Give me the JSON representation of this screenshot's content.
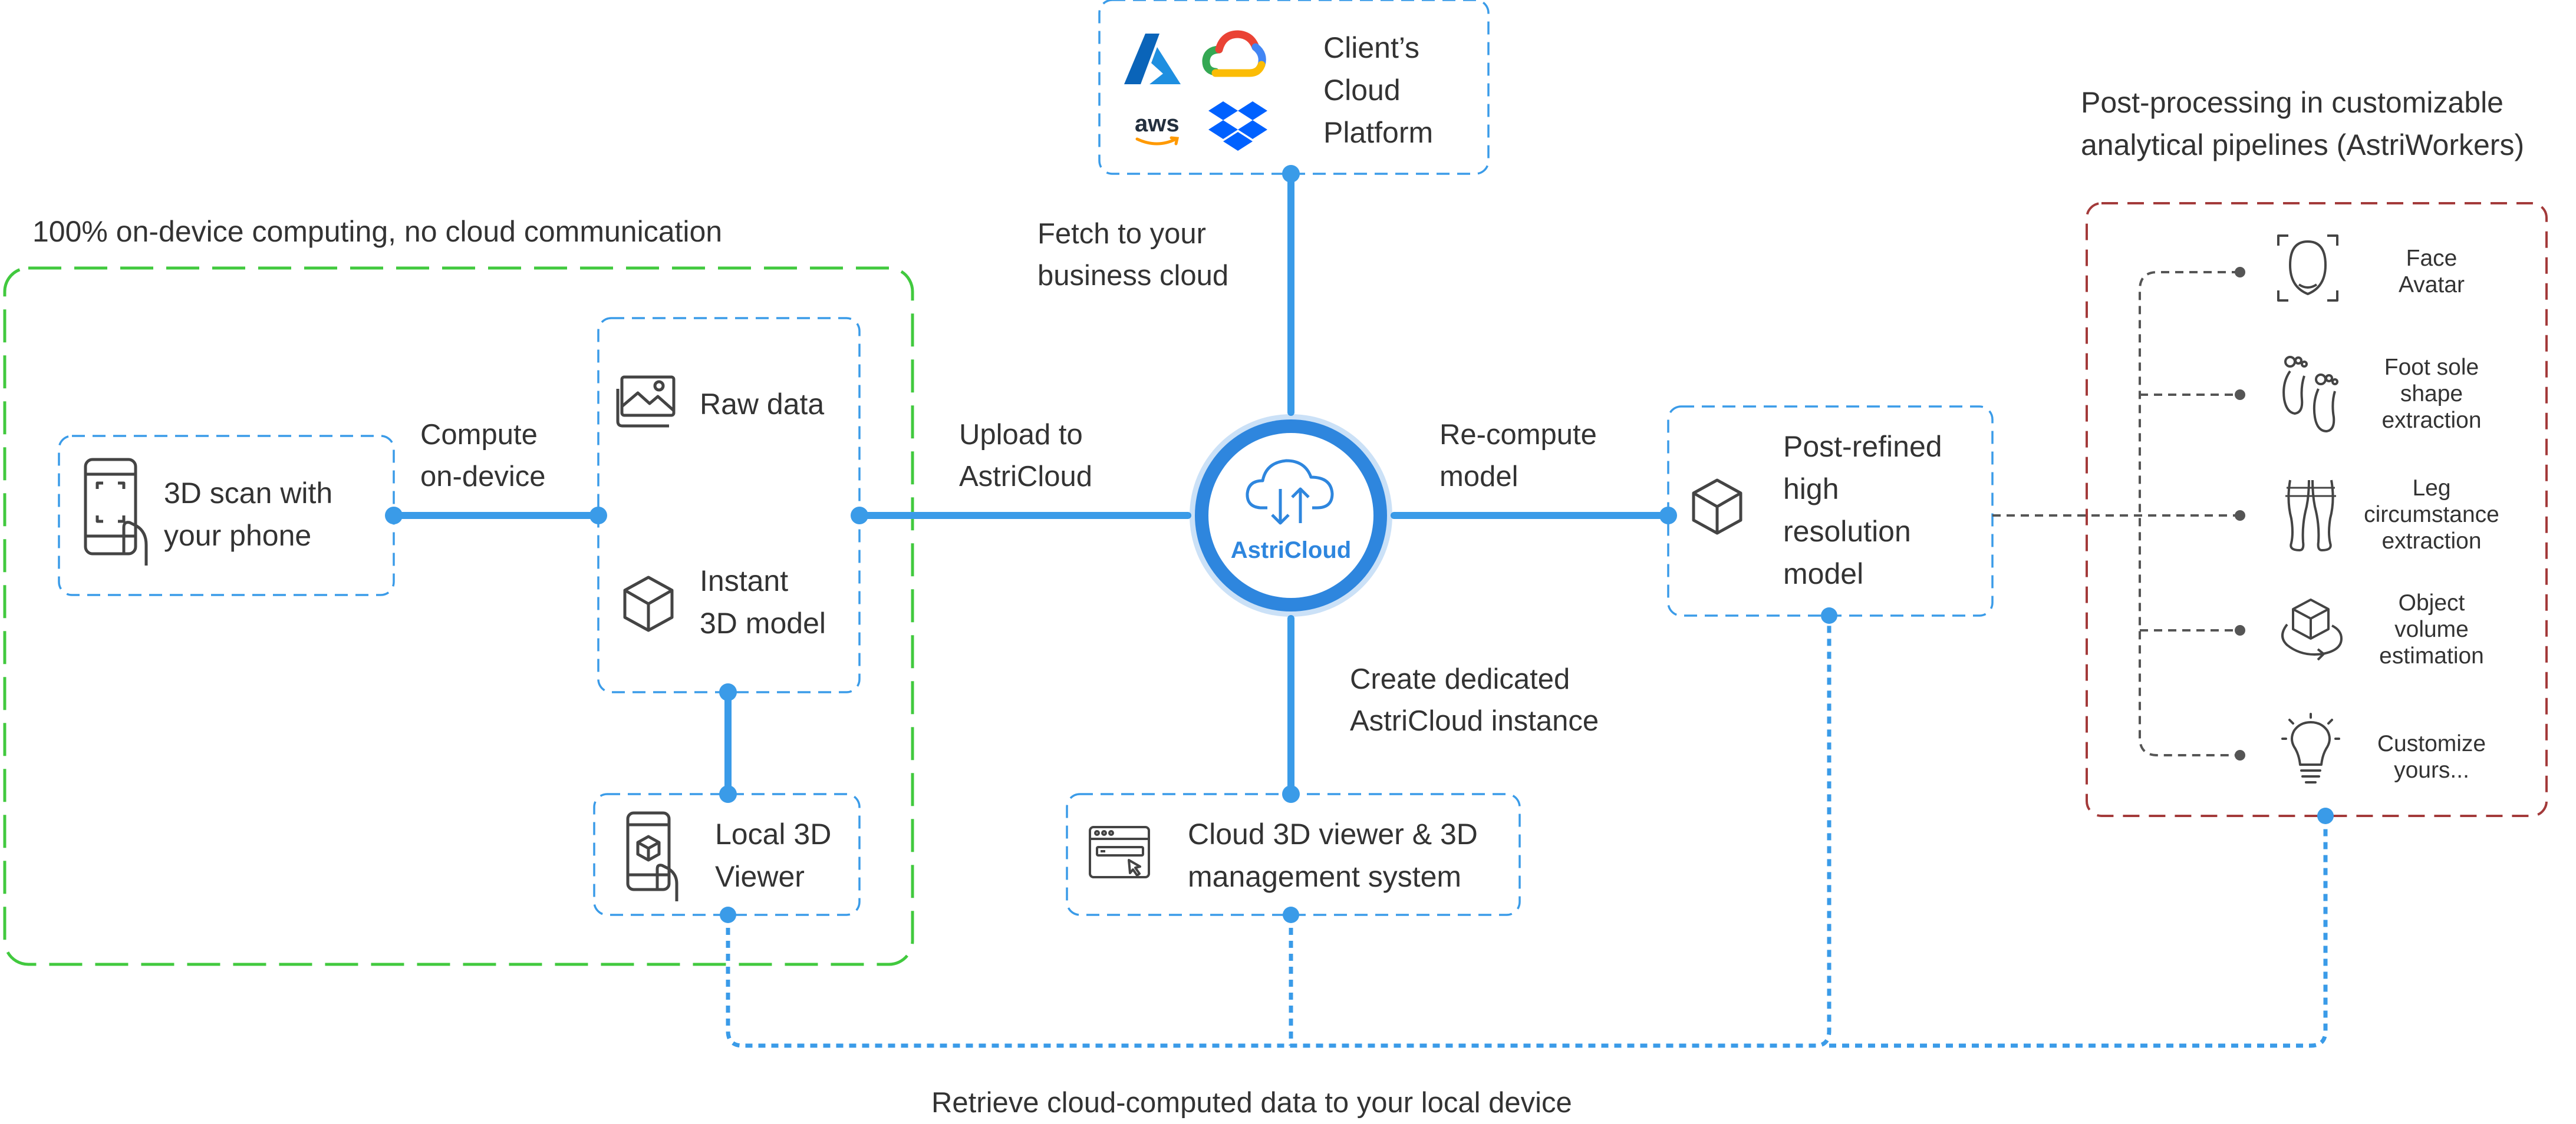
{
  "title": "",
  "colors": {
    "flow_blue": "#3a9be8",
    "on_device_green": "#41c93e",
    "post_processing_red": "#a33a3a",
    "text": "#333333"
  },
  "sections": {
    "on_device_heading": "100% on-device computing, no cloud communication",
    "post_processing_heading": "Post-processing in customizable\nanalytical pipelines (AstriWorkers)"
  },
  "nodes": {
    "scan": {
      "label": "3D scan with\nyour phone",
      "icon": "phone-scan-icon"
    },
    "raw_data": {
      "label": "Raw data",
      "icon": "image-stack-icon"
    },
    "instant_model": {
      "label": "Instant\n3D model",
      "icon": "cube-icon"
    },
    "local_viewer": {
      "label": "Local 3D\nViewer",
      "icon": "phone-cube-icon"
    },
    "hub": {
      "label": "AstriCloud",
      "icon": "cloud-sync-icon"
    },
    "client_cloud": {
      "label": "Client’s\nCloud\nPlatform",
      "logos": [
        "azure-logo",
        "google-cloud-logo",
        "aws-logo",
        "dropbox-logo"
      ],
      "aws_text": "aws"
    },
    "cloud_viewer": {
      "label": "Cloud 3D viewer & 3D\nmanagement system",
      "icon": "browser-window-icon"
    },
    "refined_model": {
      "label": "Post-refined\nhigh\nresolution\nmodel",
      "icon": "cube-icon"
    }
  },
  "edges": {
    "compute": "Compute\non-device",
    "upload": "Upload to\nAstriCloud",
    "fetch": "Fetch to your\nbusiness cloud",
    "recompute": "Re-compute\nmodel",
    "dedicated": "Create dedicated\nAstriCloud instance",
    "retrieve": "Retrieve cloud-computed data to your local device"
  },
  "workers": [
    {
      "label": "Face\nAvatar",
      "icon": "face-scan-icon"
    },
    {
      "label": "Foot sole\nshape\nextraction",
      "icon": "footprint-icon"
    },
    {
      "label": "Leg\ncircumstance\nextraction",
      "icon": "legs-icon"
    },
    {
      "label": "Object\nvolume\nestimation",
      "icon": "cube-rotate-icon"
    },
    {
      "label": "Customize\nyours...",
      "icon": "lightbulb-icon"
    }
  ]
}
